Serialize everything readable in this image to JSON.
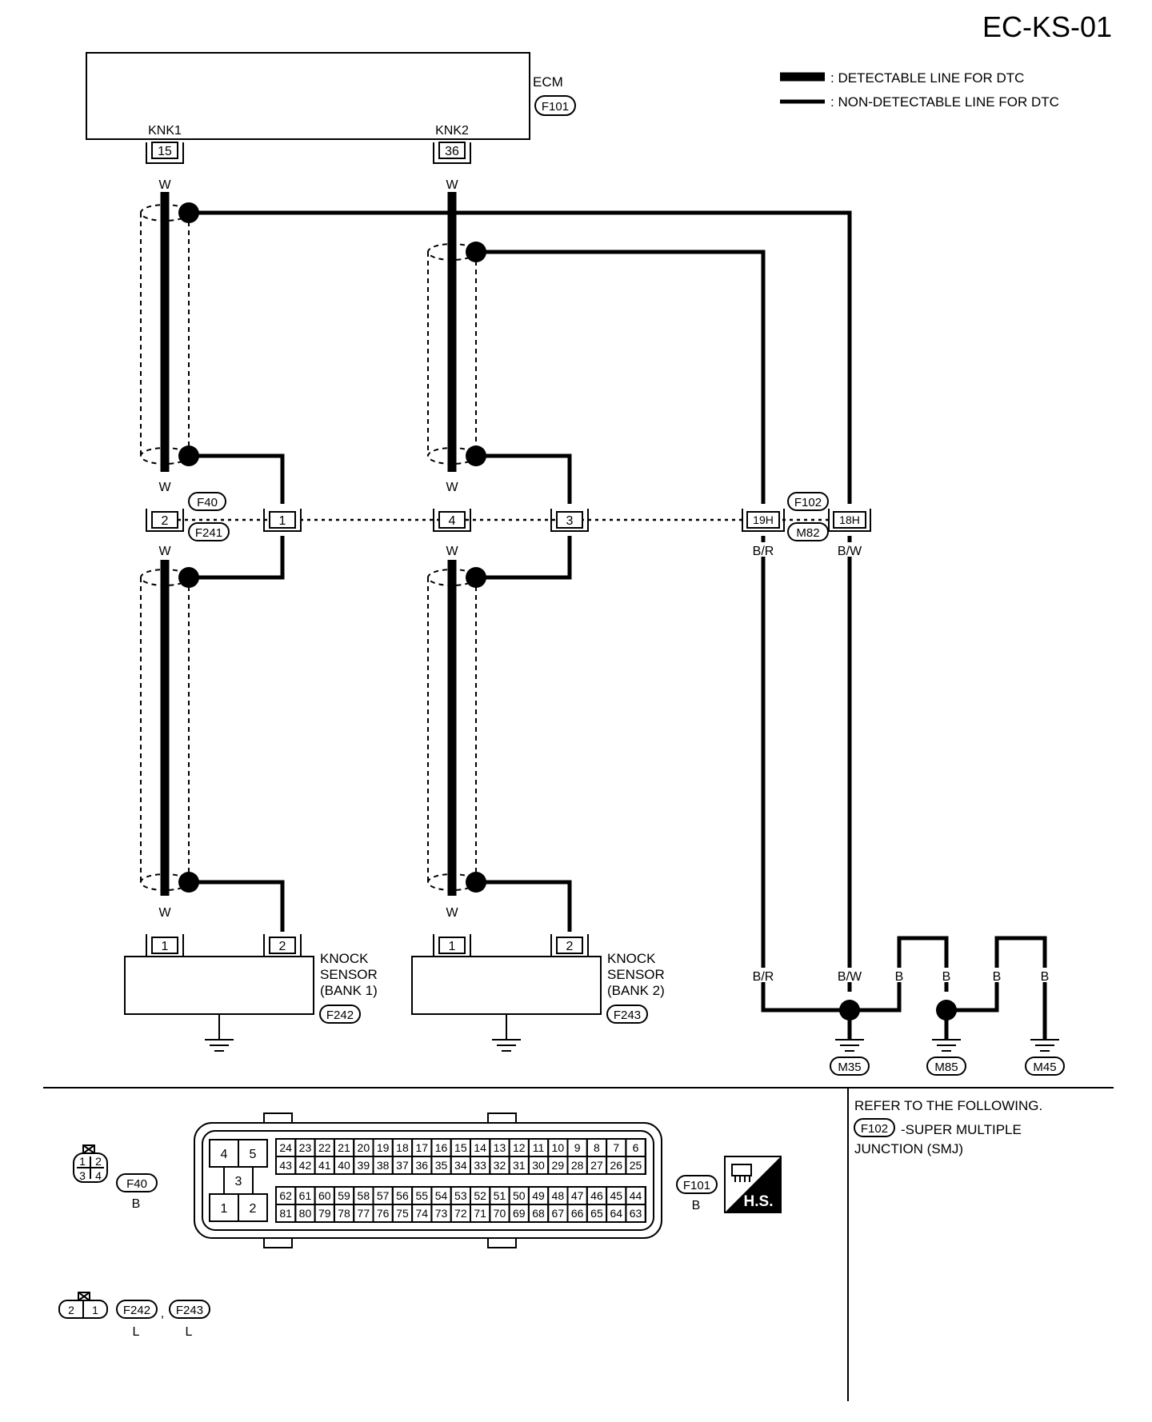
{
  "page": {
    "code": "EC-KS-01"
  },
  "legend": {
    "detectable": ": DETECTABLE LINE FOR DTC",
    "non_detectable": ": NON-DETECTABLE LINE FOR DTC"
  },
  "ecm": {
    "name": "ECM",
    "connector": "F101",
    "terminal_1_name": "KNK1",
    "terminal_1_pin": "15",
    "terminal_2_name": "KNK2",
    "terminal_2_pin": "36"
  },
  "wire_colors": {
    "w": "W",
    "br": "B/R",
    "bw": "B/W",
    "b": "B"
  },
  "junctions": {
    "f40": "F40",
    "f241": "F241",
    "pin_2": "2",
    "pin_1": "1",
    "pin_4": "4",
    "pin_3": "3",
    "f102": "F102",
    "m82": "M82",
    "pin_19h": "19H",
    "pin_18h": "18H"
  },
  "sensors": {
    "bank1": {
      "line1": "KNOCK",
      "line2": "SENSOR",
      "line3": "(BANK 1)",
      "connector": "F242",
      "pin1": "1",
      "pin2": "2"
    },
    "bank2": {
      "line1": "KNOCK",
      "line2": "SENSOR",
      "line3": "(BANK 2)",
      "connector": "F243",
      "pin1": "1",
      "pin2": "2"
    }
  },
  "grounds": [
    "M35",
    "M85",
    "M45"
  ],
  "connector_views": {
    "f40": {
      "id": "F40",
      "color": "B",
      "cavities": [
        "1",
        "2",
        "3",
        "4"
      ]
    },
    "f101": {
      "id": "F101",
      "color": "B",
      "left_block": [
        "4",
        "5",
        "3",
        "1",
        "2"
      ],
      "row1": [
        "24",
        "23",
        "22",
        "21",
        "20",
        "19",
        "18",
        "17",
        "16",
        "15",
        "14",
        "13",
        "12",
        "11",
        "10",
        "9",
        "8",
        "7",
        "6"
      ],
      "row2": [
        "43",
        "42",
        "41",
        "40",
        "39",
        "38",
        "37",
        "36",
        "35",
        "34",
        "33",
        "32",
        "31",
        "30",
        "29",
        "28",
        "27",
        "26",
        "25"
      ],
      "row3": [
        "62",
        "61",
        "60",
        "59",
        "58",
        "57",
        "56",
        "55",
        "54",
        "53",
        "52",
        "51",
        "50",
        "49",
        "48",
        "47",
        "46",
        "45",
        "44"
      ],
      "row4": [
        "81",
        "80",
        "79",
        "78",
        "77",
        "76",
        "75",
        "74",
        "73",
        "72",
        "71",
        "70",
        "69",
        "68",
        "67",
        "66",
        "65",
        "64",
        "63"
      ]
    },
    "f242_f243": {
      "cavities": [
        "2",
        "1"
      ],
      "id1": "F242",
      "color1": "L",
      "separator": ",",
      "id2": "F243",
      "color2": "L"
    },
    "hs_badge": "H.S."
  },
  "note": {
    "line1": "REFER TO THE FOLLOWING.",
    "connector": "F102",
    "line2": "-SUPER MULTIPLE",
    "line3": "JUNCTION (SMJ)"
  }
}
